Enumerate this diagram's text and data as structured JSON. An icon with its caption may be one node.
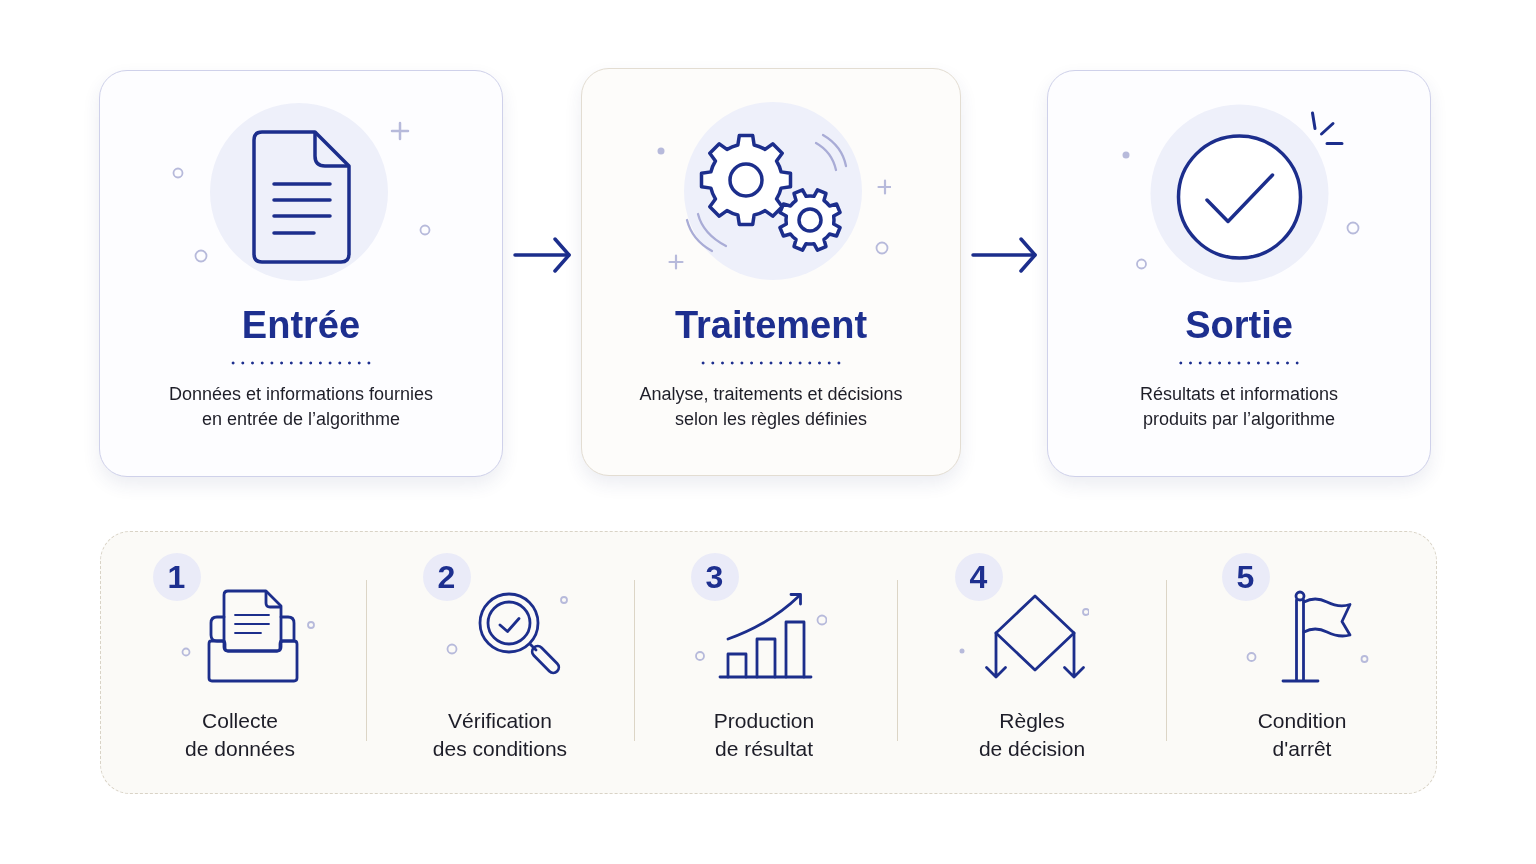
{
  "diagram": {
    "nodes": [
      {
        "text": [
          "Entrée",
          "Données et informations fournies en entrée de l’algorithme"
        ]
      },
      {
        "text": [
          "Traitement",
          "Analyse, traitements et décisions selon les règles définies"
        ]
      },
      {
        "text": [
          "Sortie",
          "Résultats et informations produits par l’algorithme"
        ]
      },
      {
        "text": [],
        "shape": "box"
      },
      {
        "text": [
          "1"
        ],
        "in": 3
      },
      {
        "text": [
          "2"
        ],
        "in": 3
      },
      {
        "text": [
          "3"
        ],
        "in": 3
      },
      {
        "text": [
          "4"
        ],
        "in": 3
      },
      {
        "text": [
          "5"
        ],
        "in": 3
      }
    ],
    "edges": [
      {
        "from": 0,
        "to": 1,
        "arrow": "to"
      },
      {
        "from": 1,
        "to": 2,
        "arrow": "to"
      }
    ],
    "labels": [
      "Collecte de données",
      "Vérification des conditions",
      "Production de résultat",
      "Règles de décision",
      "Condition d'arrêt"
    ]
  }
}
